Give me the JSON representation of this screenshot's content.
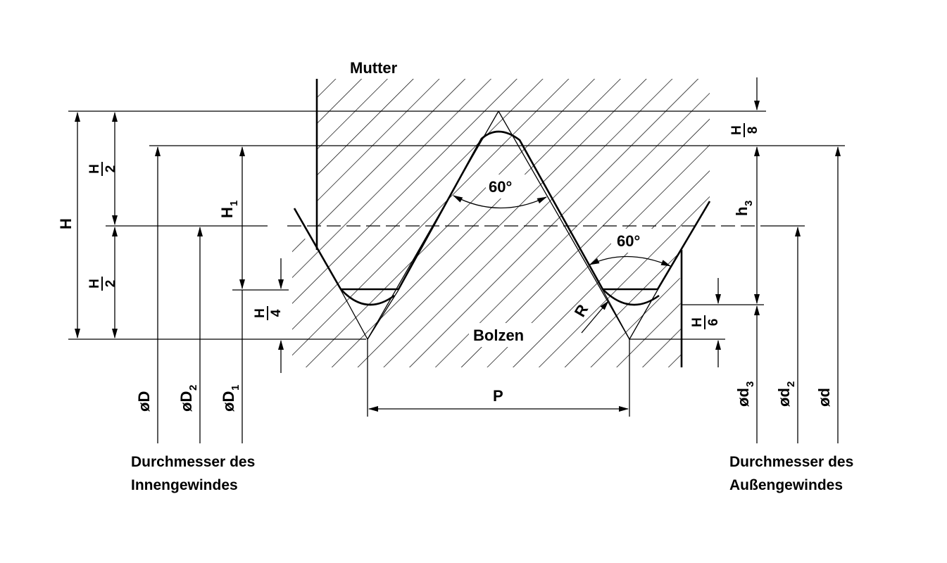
{
  "labels": {
    "nut": "Mutter",
    "bolt": "Bolzen",
    "angle_top": "60°",
    "angle_right": "60°",
    "radius": "R",
    "pitch": "P",
    "height": "H",
    "h1": "H",
    "h1_sub": "1",
    "h3": "h",
    "h3_sub": "3"
  },
  "fractions": {
    "half_top": {
      "num": "H",
      "den": "2"
    },
    "half_bottom": {
      "num": "H",
      "den": "2"
    },
    "quarter": {
      "num": "H",
      "den": "4"
    },
    "eighth": {
      "num": "H",
      "den": "8"
    },
    "sixth": {
      "num": "H",
      "den": "6"
    }
  },
  "diameters": {
    "D": {
      "main": "øD",
      "sub": ""
    },
    "D2": {
      "main": "øD",
      "sub": "2"
    },
    "D1": {
      "main": "øD",
      "sub": "1"
    },
    "d3": {
      "main": "ød",
      "sub": "3"
    },
    "d2": {
      "main": "ød",
      "sub": "2"
    },
    "d": {
      "main": "ød",
      "sub": ""
    }
  },
  "captions": {
    "internal_line1": "Durchmesser des",
    "internal_line2": "Innengewindes",
    "external_line1": "Durchmesser des",
    "external_line2": "Außengewindes"
  }
}
